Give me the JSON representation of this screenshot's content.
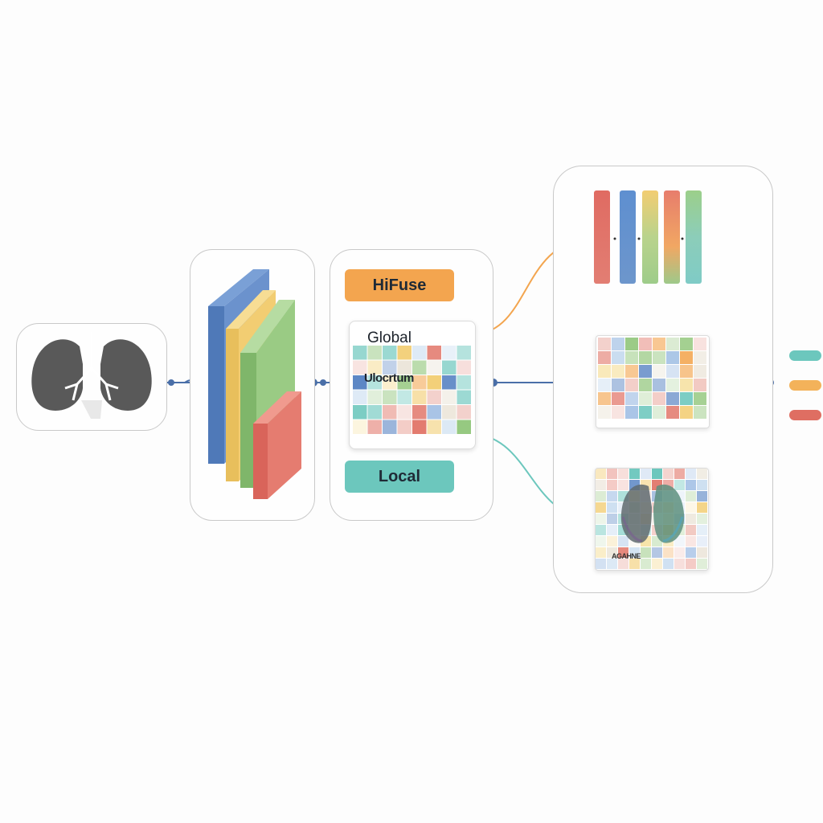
{
  "labels": {
    "hifuse": "HiFuse",
    "global": "Global",
    "global_sub": "Ulocrtum",
    "local": "Local",
    "heatmap_caption": "AGAHNE"
  },
  "icons": [
    "lung-icon",
    "feature-stack-icon",
    "token-bars-icon",
    "attention-grid-icon",
    "heatmap-icon"
  ],
  "colors": {
    "blue": "#5b86c4",
    "yellow": "#f2cd72",
    "green": "#95c87f",
    "red": "#e2776a",
    "orange": "#f3a54f",
    "teal": "#6cc7bd",
    "connector": "#4a6fa8",
    "lung": "#595959"
  },
  "legend": [
    {
      "name": "teal",
      "color": "#6cc7bd"
    },
    {
      "name": "orange",
      "color": "#f3b25a"
    },
    {
      "name": "red",
      "color": "#df6e62"
    }
  ]
}
